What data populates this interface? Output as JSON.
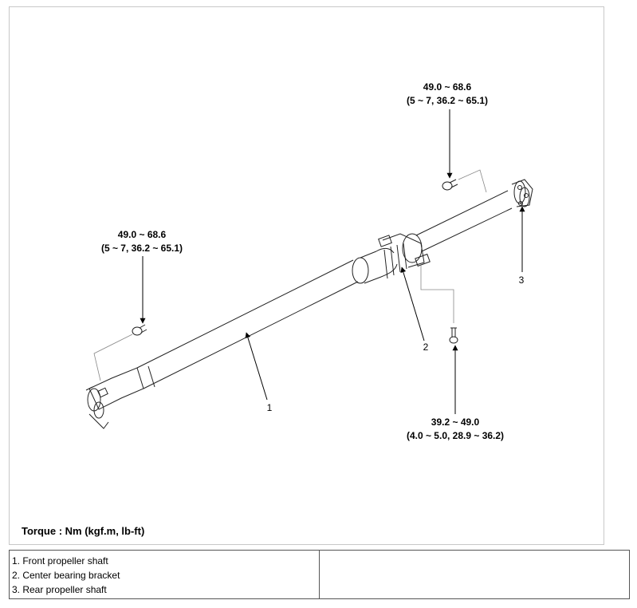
{
  "torque_specs": {
    "rear_bolt": {
      "line1": "49.0 ~ 68.6",
      "line2": "(5 ~ 7, 36.2 ~ 65.1)"
    },
    "front_bolt": {
      "line1": "49.0 ~ 68.6",
      "line2": "(5 ~ 7, 36.2 ~ 65.1)"
    },
    "center_bolt": {
      "line1": "39.2 ~ 49.0",
      "line2": "(4.0 ~ 5.0, 28.9 ~ 36.2)"
    }
  },
  "callouts": {
    "c1": "1",
    "c2": "2",
    "c3": "3"
  },
  "torque_caption": "Torque : Nm (kgf.m, lb-ft)",
  "legend": {
    "items": [
      "1. Front propeller shaft",
      "2. Center bearing bracket",
      "3. Rear propeller shaft"
    ],
    "right_cell": ""
  }
}
